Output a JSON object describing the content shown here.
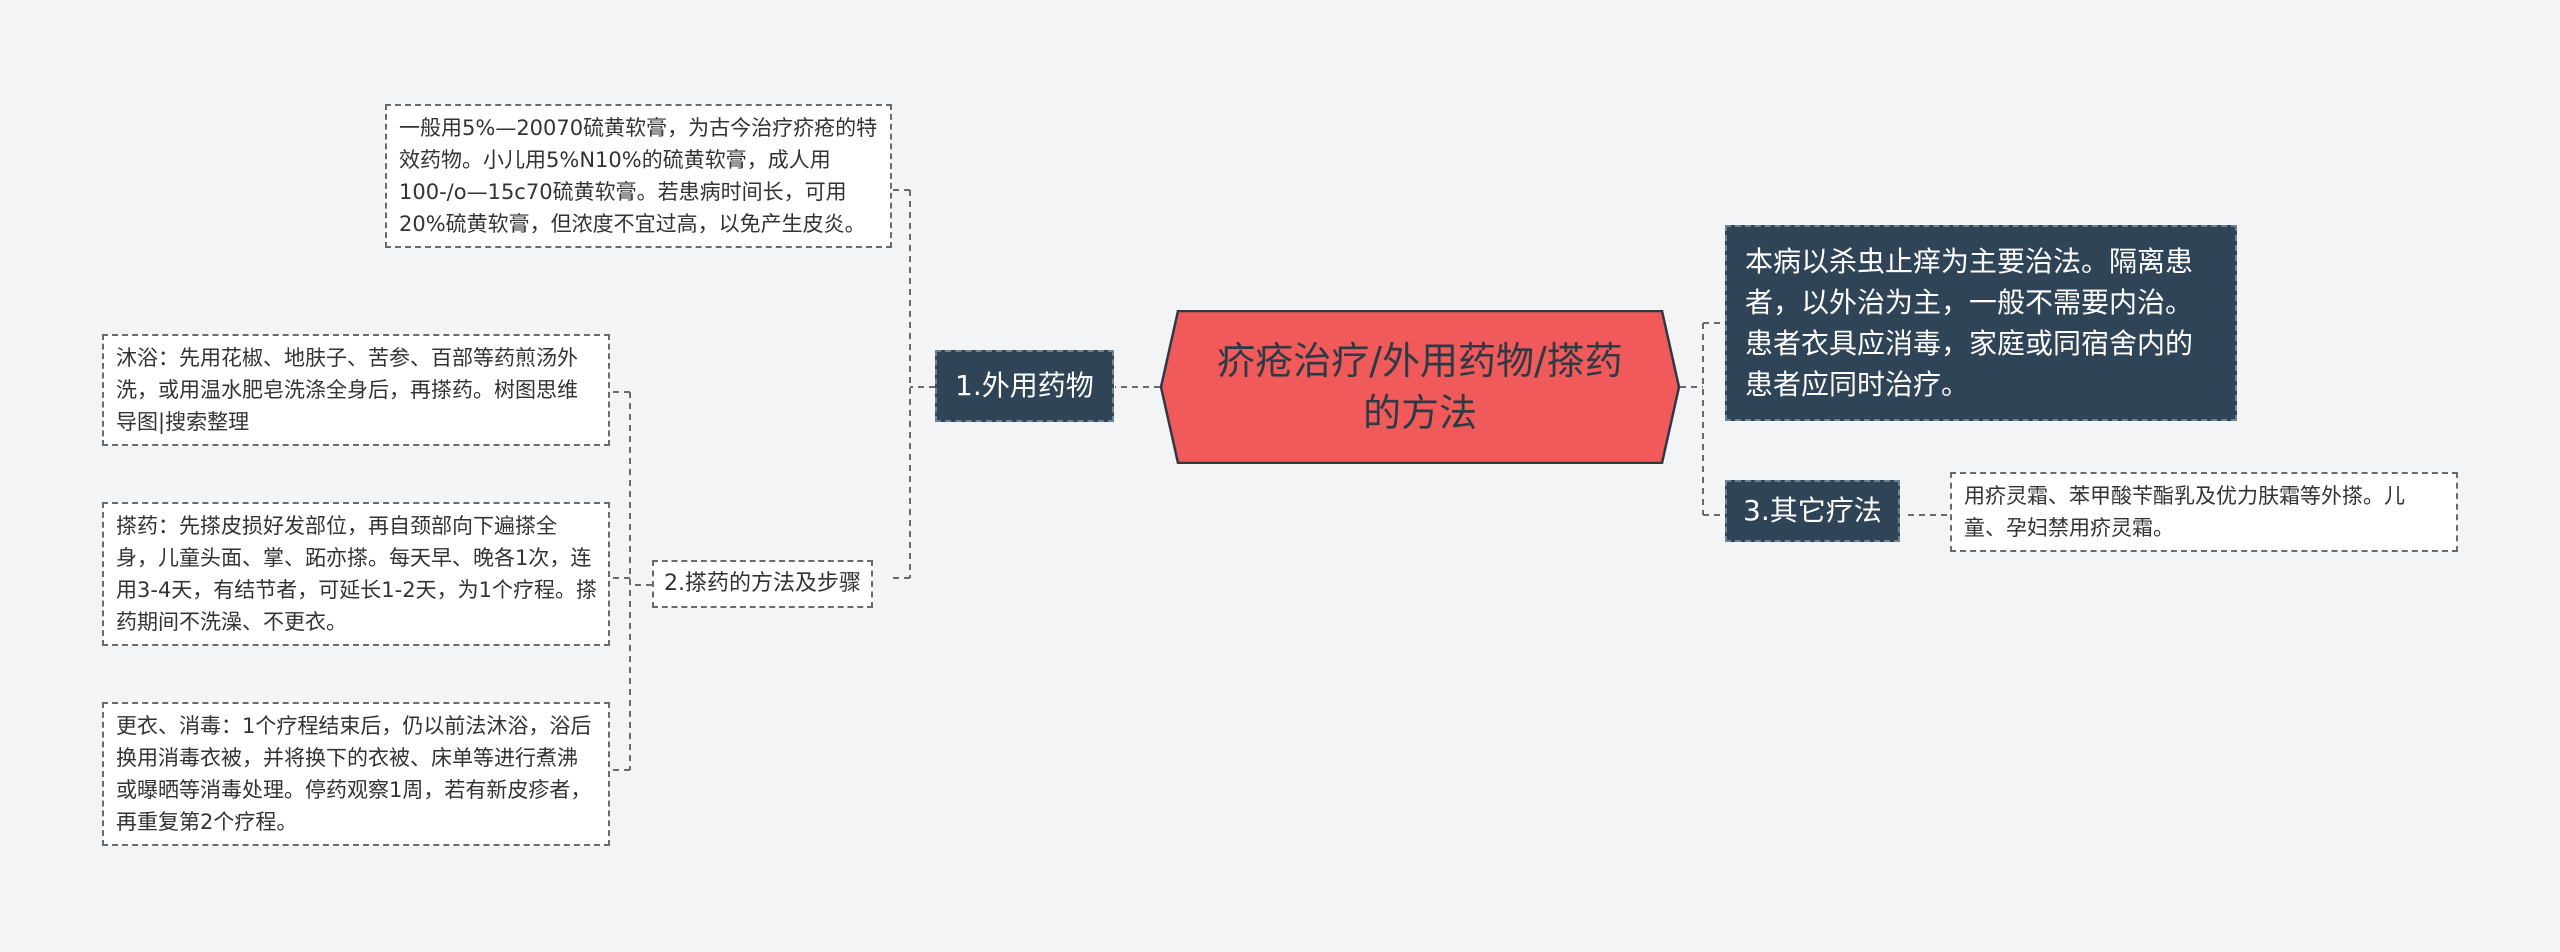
{
  "center": {
    "title": "疥疮治疗/外用药物/搽药的方法"
  },
  "branch_external": {
    "label": "1.外用药物"
  },
  "leaf_sulfur": {
    "text": "一般用5%—20070硫黄软膏，为古今治疗疥疮的特效药物。小儿用5%N10%的硫黄软膏，成人用100-/o—15c70硫黄软膏。若患病时间长，可用20%硫黄软膏，但浓度不宜过高，以免产生皮炎。"
  },
  "sub_steps": {
    "label": "2.搽药的方法及步骤"
  },
  "leaf_bath": {
    "text": "沐浴：先用花椒、地肤子、苦参、百部等药煎汤外洗，或用温水肥皂洗涤全身后，再搽药。树图思维导图|搜索整理"
  },
  "leaf_apply": {
    "text": "搽药：先搽皮损好发部位，再自颈部向下遍搽全身，儿童头面、掌、跖亦搽。每天早、晚各1次，连用3-4天，有结节者，可延长1-2天，为1个疗程。搽药期间不洗澡、不更衣。"
  },
  "leaf_change": {
    "text": "更衣、消毒：1个疗程结束后，仍以前法沐浴，浴后换用消毒衣被，并将换下的衣被、床单等进行煮沸或曝晒等消毒处理。停药观察1周，若有新皮疹者，再重复第2个疗程。"
  },
  "note_main": {
    "text": "本病以杀虫止痒为主要治法。隔离患者，以外治为主，一般不需要内治。患者衣具应消毒，家庭或同宿舍内的患者应同时治疗。"
  },
  "branch_other": {
    "label": "3.其它疗法"
  },
  "leaf_other": {
    "text": "用疥灵霜、苯甲酸苄酯乳及优力肤霜等外搽。儿童、孕妇禁用疥灵霜。"
  },
  "colors": {
    "center_fill": "#f05a5a",
    "center_border": "#2d3a44",
    "dark_fill": "#2f4457",
    "line": "#6b6b6b"
  }
}
